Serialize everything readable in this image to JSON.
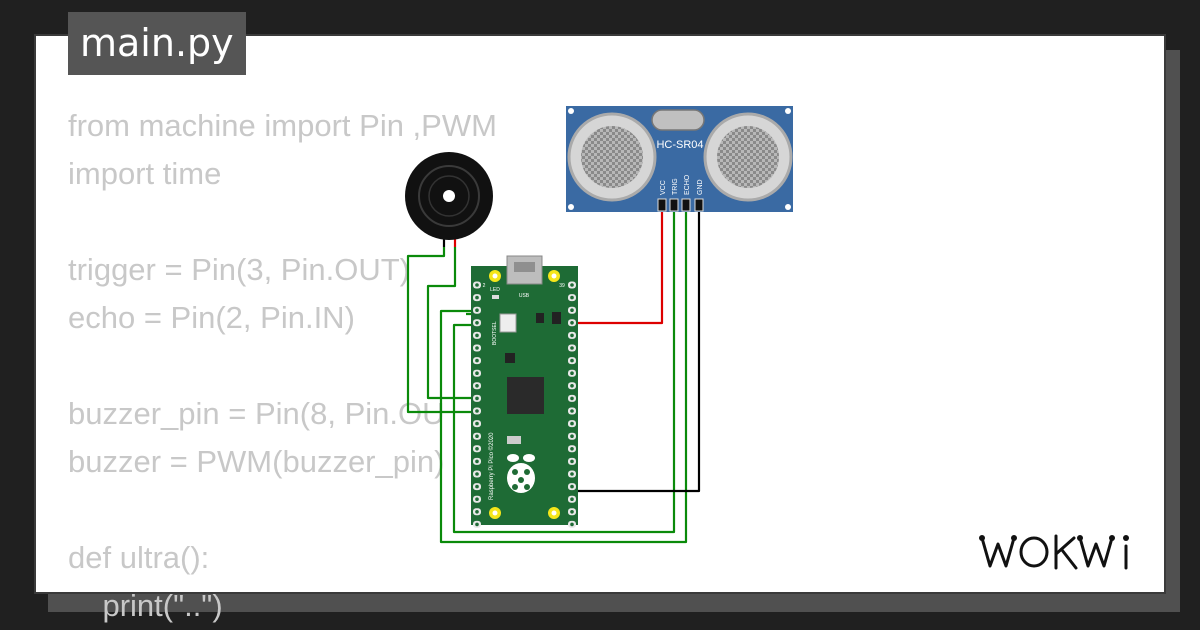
{
  "editor": {
    "filename": "main.py",
    "code_lines": [
      "from machine import Pin ,PWM",
      "import time",
      "",
      "trigger = Pin(3, Pin.OUT)",
      "echo = Pin(2, Pin.IN)",
      "",
      "buzzer_pin = Pin(8, Pin.OU",
      "buzzer = PWM(buzzer_pin)",
      "",
      "def ultra():",
      "    print(\"..\")"
    ]
  },
  "sensor": {
    "label": "HC-SR04",
    "pins": [
      "VCC",
      "TRIG",
      "ECHO",
      "GND"
    ]
  },
  "board": {
    "usb_label": "USB",
    "led_label": "LED",
    "bootsel_label": "BOOTSEL",
    "silkscreen": "Raspberry Pi Pico ©2020",
    "pin_number_2": "2",
    "pin_number_39": "39"
  },
  "brand": "WOKWi",
  "colors": {
    "background": "#202020",
    "card": "#ffffff",
    "tab": "#555555",
    "code": "#c8c8c8",
    "board": "#1e6b35",
    "sensor": "#3a6aa3",
    "wire_green": "#0a8a0a",
    "wire_red": "#dd0000",
    "wire_black": "#000000"
  }
}
